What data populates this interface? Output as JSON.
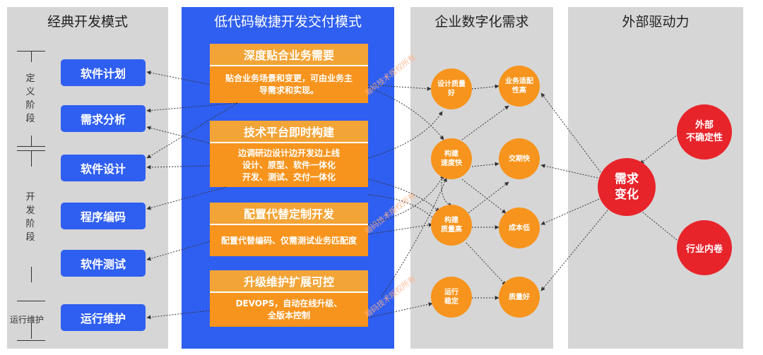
{
  "columns": {
    "classic": "经典开发模式",
    "lowcode": "低代码敏捷开发交付模式",
    "demand": "企业数字化需求",
    "external": "外部驱动力"
  },
  "classic_steps": [
    "软件计划",
    "需求分析",
    "软件设计",
    "程序编码",
    "软件测试",
    "运行维护"
  ],
  "phases": {
    "define": "定义阶段",
    "develop": "开发阶段",
    "run": "运行维护"
  },
  "lowcode_blocks": [
    {
      "title": "深度贴合业务需要",
      "body": [
        "贴合业务场景和变更，可由业务主",
        "导需求和实现。"
      ]
    },
    {
      "title": "技术平台即时构建",
      "body": [
        "边调研边设计边开发边上线",
        "设计、原型、软件一体化",
        "开发、测试、交付一体化"
      ]
    },
    {
      "title": "配置代替定制开发",
      "body": [
        "配置代替编码、仅需测试业务匹配度"
      ]
    },
    {
      "title": "升级维护扩展可控",
      "body": [
        "DEVOPS，自动在线升级、",
        "全版本控制"
      ]
    }
  ],
  "demand_circles": [
    {
      "label": [
        "设计质量",
        "好"
      ]
    },
    {
      "label": [
        "业务适配",
        "性高"
      ]
    },
    {
      "label": [
        "构建",
        "速度快"
      ]
    },
    {
      "label": [
        "交期快"
      ]
    },
    {
      "label": [
        "构建",
        "质量高"
      ]
    },
    {
      "label": [
        "成本低"
      ]
    },
    {
      "label": [
        "运行",
        "稳定"
      ]
    },
    {
      "label": [
        "质量好"
      ]
    }
  ],
  "external": {
    "uncertainty": [
      "外部",
      "不确定性"
    ],
    "center": [
      "需求",
      "变化"
    ],
    "competition": [
      "行业内卷"
    ]
  },
  "watermark": "瀚码技术版权所有",
  "colors": {
    "blue": "#2f5ff0",
    "orange": "#f7941d",
    "red": "#e8242b",
    "gray": "#d6d6d6"
  }
}
